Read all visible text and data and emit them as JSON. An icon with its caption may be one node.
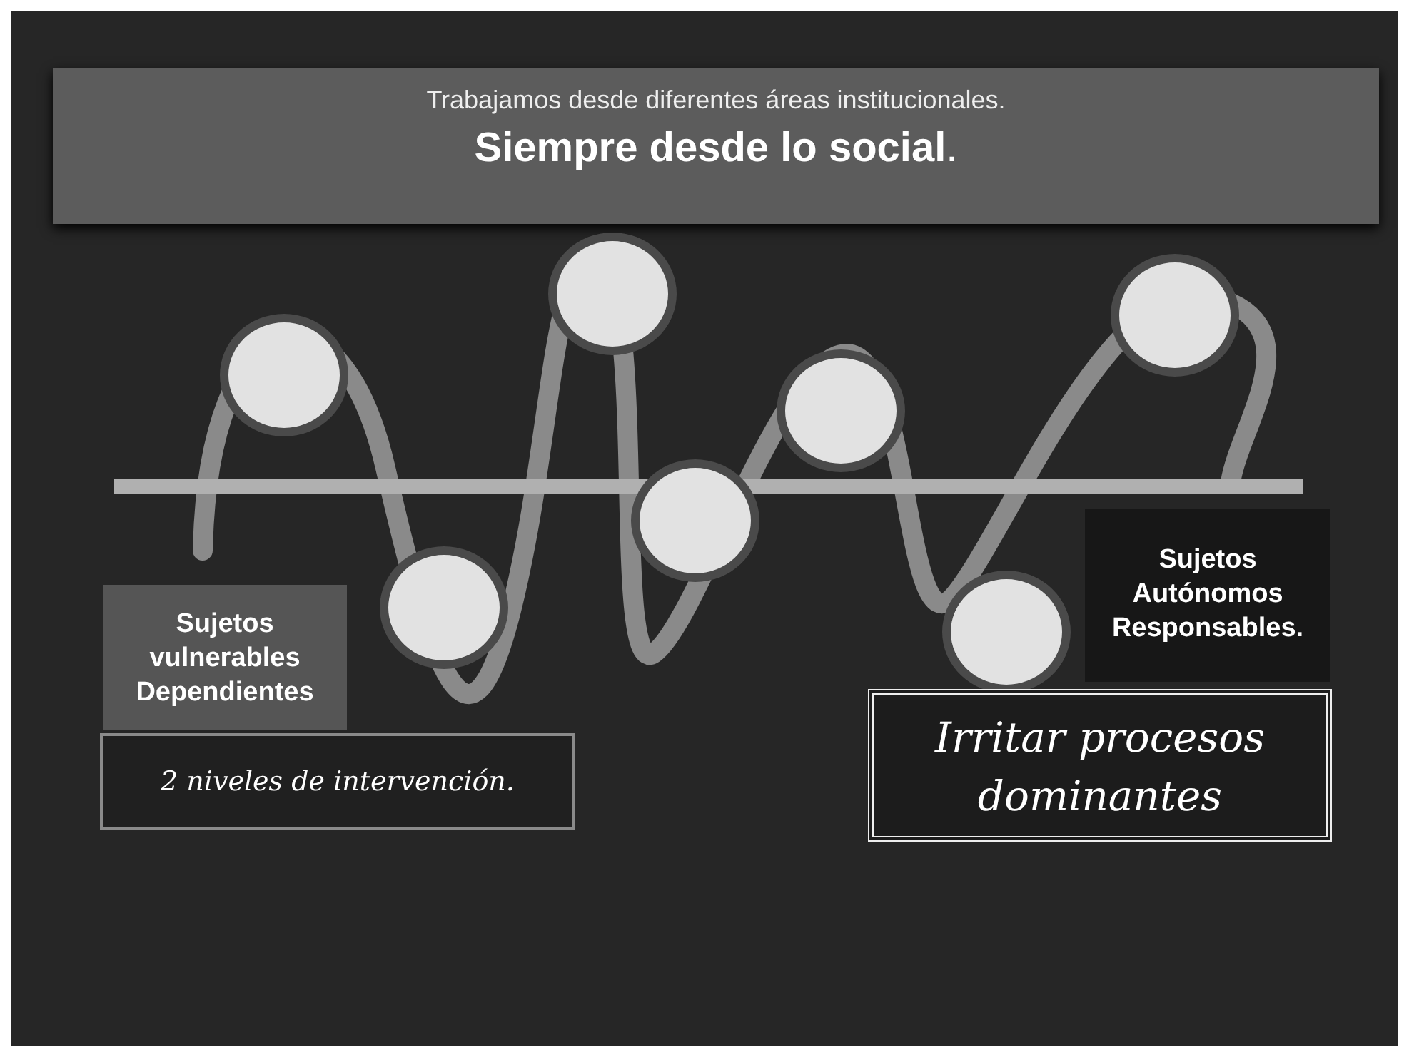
{
  "diagram": {
    "nodes": [
      {
        "text": [
          "Trabajamos desde diferentes áreas institucionales.",
          "**Siempre desde lo social**."
        ]
      },
      {
        "text": [],
        "shape": "circle"
      },
      {
        "text": [],
        "shape": "circle"
      },
      {
        "text": [],
        "shape": "circle"
      },
      {
        "text": [],
        "shape": "circle"
      },
      {
        "text": [],
        "shape": "circle"
      },
      {
        "text": [],
        "shape": "circle"
      },
      {
        "text": [],
        "shape": "circle"
      },
      {
        "text": [
          "Sujetos vulnerables Dependientes"
        ]
      },
      {
        "text": [
          "2 niveles de intervención."
        ]
      },
      {
        "text": [
          "Sujetos Autónomos Responsables."
        ]
      },
      {
        "text": [
          "Irritar procesos dominantes"
        ]
      }
    ]
  }
}
